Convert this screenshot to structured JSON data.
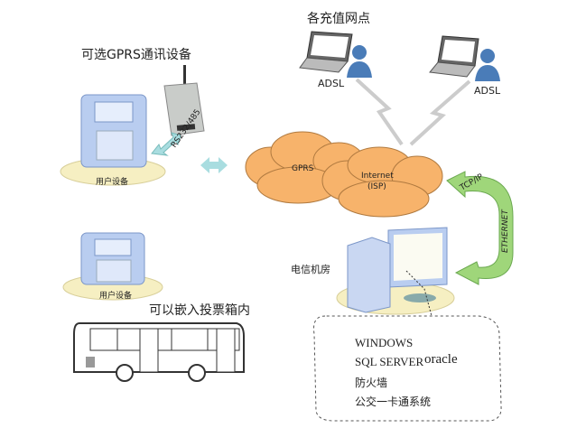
{
  "title_top": "各充值网点",
  "adsl_left": "ADSL",
  "adsl_right": "ADSL",
  "gprs_device_title": "可选GPRS通讯设备",
  "rs232_label": "RS232/485",
  "user_device_1": "用户设备",
  "user_device_2": "用户设备",
  "cloud_gprs": "GPRS",
  "cloud_internet": "Internet",
  "cloud_isp": "(ISP)",
  "tcpip_label": "TCP/IP",
  "ethernet_label": "ETHERNET",
  "server_room": "电信机房",
  "embed_label": "可以嵌入投票箱内",
  "server_software": [
    "WINDOWS",
    "SQL SERVER",
    "oracle",
    "防火墙",
    "公交一卡通系统"
  ],
  "colors": {
    "cloud": "#f7b36b",
    "arrow_green": "#9fd67a",
    "arrow_cyan": "#a9dde0",
    "device_blue": "#b9cdf0",
    "ellipse": "#f6efc2"
  }
}
